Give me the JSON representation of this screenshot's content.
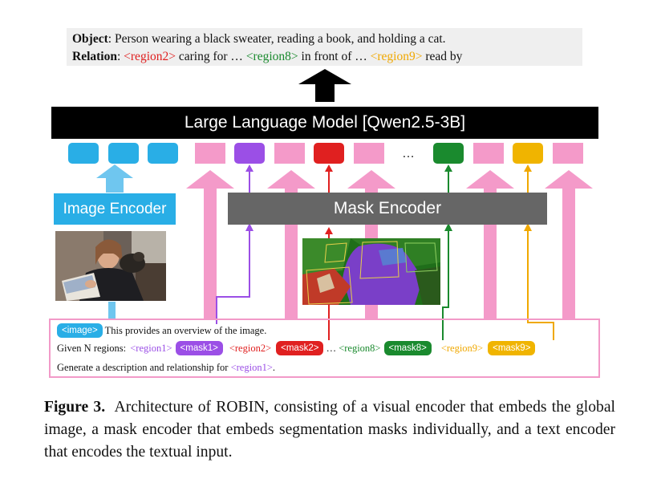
{
  "output": {
    "object_label": "Object",
    "object_text": ": Person wearing a black sweater, reading a book, and holding a cat.",
    "relation_label": "Relation",
    "relation_sep": ": ",
    "region2": "<region2>",
    "caring_for": " caring for …  ",
    "region8": "<region8>",
    "in_front_of": " in front of … ",
    "region9": "<region9>",
    "read_by": " read by"
  },
  "llm_label": "Large Language Model [Qwen2.5-3B]",
  "image_encoder_label": "Image Encoder",
  "mask_encoder_label": "Mask Encoder",
  "ellipsis": "…",
  "prompt": {
    "image_token": "<image>",
    "line1_text": " This provides an overview of the image.",
    "line2_prefix": "Given N regions: ",
    "region1": "<region1>",
    "mask1": "<mask1>",
    "region2": "<region2>",
    "mask2": "<mask2>",
    "dots": " … ",
    "region8": "<region8>",
    "mask8": "<mask8>",
    "region9": "<region9>",
    "mask9": "<mask9>",
    "line3_prefix": "Generate a description and relationship for ",
    "line3_region": "<region1>",
    "line3_suffix": "."
  },
  "caption": {
    "label": "Figure 3.",
    "text_before": "  Architecture of R",
    "name_rest": "OBIN",
    "text_after": ", consisting of a visual encoder that embeds the global image, a mask encoder that embeds segmentation masks individually, and a text encoder that encodes the textual input."
  },
  "colors": {
    "image_token": "#29aee6",
    "text_token": "#f49ac9",
    "region1": "#9b4fe6",
    "region2": "#e02020",
    "region8": "#1a8a2e",
    "region9": "#f0a800",
    "mask_encoder": "#666666",
    "llm": "#000000"
  }
}
